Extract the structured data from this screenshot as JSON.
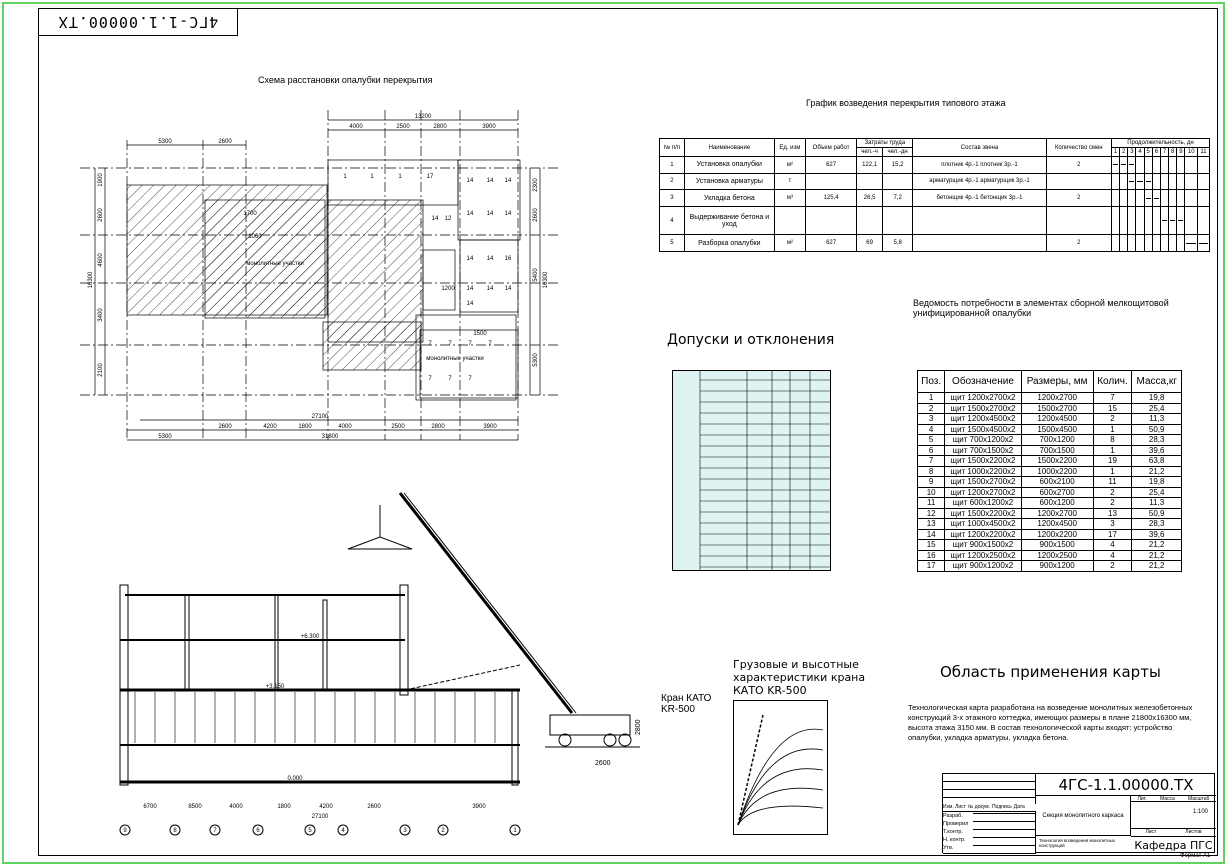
{
  "stamp": "4ГС-1.1.00000.ТХ",
  "plan": {
    "title": "Схема расстановки опалубки перекрытия",
    "dims_top_left": [
      "5300",
      "2600"
    ],
    "dims_top_right": [
      "4000",
      "2500",
      "2800",
      "3900"
    ],
    "dim_top_total": "13200",
    "dims_bottom": [
      "2600",
      "4200",
      "1800",
      "4000",
      "2500",
      "2800",
      "3900"
    ],
    "dim_bottom_total1": "27100",
    "dim_bottom_left": "5300",
    "dim_bottom_total2": "31800",
    "dims_left": [
      "1900",
      "2600",
      "4600",
      "3400",
      "2100"
    ],
    "dim_left_total": "16300",
    "dims_right": [
      "2300",
      "2600",
      "5400",
      "5300"
    ],
    "dim_right_total": "16300",
    "zone_label_1": "монолитные участки",
    "zone_label_2": "монолитные участки",
    "small_dims": [
      "1700",
      "1060",
      "1200",
      "1500"
    ],
    "panel_marks": [
      "1",
      "1",
      "1",
      "17",
      "14",
      "14",
      "14",
      "14",
      "14",
      "14",
      "14",
      "12",
      "14",
      "14",
      "16",
      "14",
      "14",
      "14",
      "14",
      "7",
      "7",
      "7",
      "7",
      "7",
      "7",
      "7"
    ]
  },
  "schedule": {
    "title": "График возведения перекрытия типового этажа",
    "headers": {
      "num": "№ п/п",
      "name": "Наименование",
      "unit": "Ед. изм",
      "volume": "Объем работ",
      "labor": "Затраты труда",
      "labor_a": "чел.-ч",
      "labor_b": "чел.-дн",
      "crew": "Состав звена",
      "workers": "Количество смен",
      "duration": "Продолжительность, дн"
    },
    "days": [
      "1",
      "2",
      "3",
      "4",
      "5",
      "6",
      "7",
      "8",
      "9",
      "10",
      "11"
    ],
    "rows": [
      {
        "n": "1",
        "name": "Установка опалубки",
        "unit": "м²",
        "vol": "627",
        "a": "122,1",
        "b": "15,2",
        "crew": "плотник 4р.-1 плотник 3р.-1",
        "w": "2"
      },
      {
        "n": "2",
        "name": "Установка арматуры",
        "unit": "т",
        "vol": "",
        "a": "",
        "b": "",
        "crew": "арматурщик 4р.-1 арматурщик 3р.-1",
        "w": ""
      },
      {
        "n": "3",
        "name": "Укладка бетона",
        "unit": "м³",
        "vol": "125,4",
        "a": "26,5",
        "b": "7,2",
        "crew": "бетонщик 4р.-1 бетонщик 3р.-1",
        "w": "2"
      },
      {
        "n": "4",
        "name": "Выдерживание бетона и уход",
        "unit": "",
        "vol": "",
        "a": "",
        "b": "",
        "crew": "",
        "w": ""
      },
      {
        "n": "5",
        "name": "Разборка опалубки",
        "unit": "м²",
        "vol": "627",
        "a": "69",
        "b": "5,8",
        "crew": "",
        "w": "2"
      }
    ]
  },
  "statement": {
    "title": "Ведомость потребности в элементах сборной мелкощитовой унифицированной опалубки",
    "headers": [
      "Поз.",
      "Обозначение",
      "Размеры, мм",
      "Колич.",
      "Масса,кг"
    ],
    "rows": [
      [
        "1",
        "щит 1200х2700х2",
        "1200х2700",
        "7",
        "19,8"
      ],
      [
        "2",
        "щит 1500х2700х2",
        "1500х2700",
        "15",
        "25,4"
      ],
      [
        "3",
        "щит 1200х4500х2",
        "1200х4500",
        "2",
        "11,3"
      ],
      [
        "4",
        "щит 1500х4500х2",
        "1500х4500",
        "1",
        "50,9"
      ],
      [
        "5",
        "щит 700х1200х2",
        "700х1200",
        "8",
        "28,3"
      ],
      [
        "6",
        "щит 700х1500х2",
        "700х1500",
        "1",
        "39,6"
      ],
      [
        "7",
        "щит 1500х2200х2",
        "1500х2200",
        "19",
        "63,8"
      ],
      [
        "8",
        "щит 1000х2200х2",
        "1000х2200",
        "1",
        "21,2"
      ],
      [
        "9",
        "щит 1500х2700х2",
        "600х2100",
        "11",
        "19,8"
      ],
      [
        "10",
        "щит 1200х2700х2",
        "600х2700",
        "2",
        "25,4"
      ],
      [
        "11",
        "щит 600х1200х2",
        "600х1200",
        "2",
        "11,3"
      ],
      [
        "12",
        "щит 1500х2200х2",
        "1200х2700",
        "13",
        "50,9"
      ],
      [
        "13",
        "щит 1000х4500х2",
        "1200х4500",
        "3",
        "28,3"
      ],
      [
        "14",
        "щит 1200х2200х2",
        "1200х2200",
        "17",
        "39,6"
      ],
      [
        "15",
        "щит 900х1500х2",
        "900х1500",
        "4",
        "21,2"
      ],
      [
        "16",
        "щит 1200х2500х2",
        "1200х2500",
        "4",
        "21,2"
      ],
      [
        "17",
        "щит 900х1200х2",
        "900х1200",
        "2",
        "21,2"
      ]
    ]
  },
  "tolerances": {
    "title": "Допуски и отклонения"
  },
  "crane": {
    "label": "Кран КАТО KR-500",
    "chart_title": "Грузовые и высотные характеристики крана КАТО KR-500",
    "dim_reach": "2600",
    "dim_height": "2800"
  },
  "section": {
    "dims": [
      "6700",
      "8500",
      "4000",
      "1800",
      "4200",
      "2600",
      "3900"
    ],
    "total": "27100",
    "axes": [
      "9",
      "8",
      "7",
      "6",
      "5",
      "4",
      "3",
      "2",
      "1"
    ],
    "marks": [
      "+6.300",
      "+3.150",
      "0.000"
    ]
  },
  "scope": {
    "title": "Область применения карты",
    "text": "Технологическая карта разработана на возведение монолитных железобетонных конструкций 3-х этажного коттеджа, имеющих размеры в плане 21800х16300 мм, высота этажа 3150 мм. В состав технологической карты входят: устройство опалубки, укладка арматуры, укладка бетона."
  },
  "titleblock": {
    "code": "4ГС-1.1.00000.ТХ",
    "subject": "Секция монолитного каркаса",
    "sheet_caption": "Технология возведения монолитных конструкций",
    "stage_h": "Лит.",
    "mass_h": "Масса",
    "scale_h": "Масштаб",
    "scale": "1:100",
    "sheet_h": "Лист",
    "sheets_h": "Листов",
    "org": "Кафедра ПГС",
    "format": "Формат А1",
    "roles": [
      "Изм. Лист",
      "№ докум.",
      "Подпись",
      "Дата"
    ],
    "people": [
      "Разраб.",
      "Проверил",
      "Т.контр.",
      "Н. контр.",
      "Утв."
    ]
  }
}
